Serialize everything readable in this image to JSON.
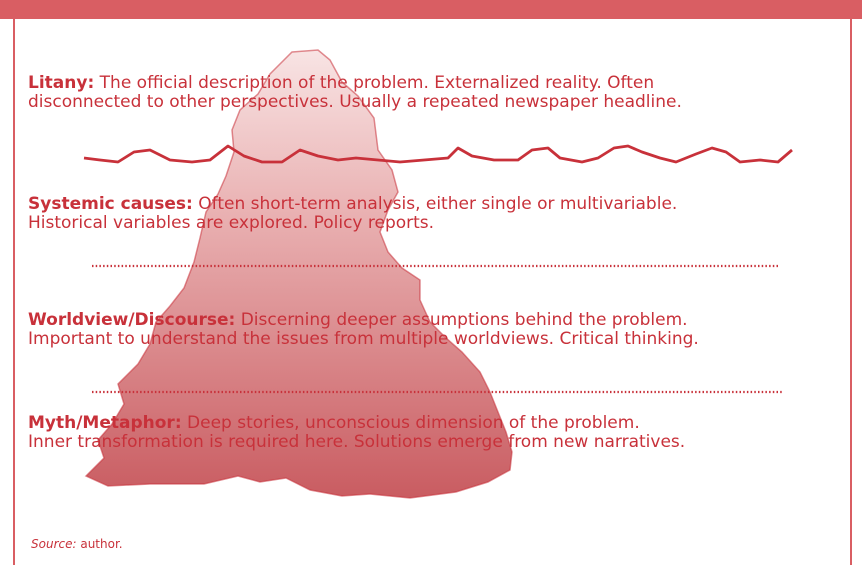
{
  "colors": {
    "accent": "#d95e63",
    "text": "#c8313a",
    "iceberg_fill_top": "#f6dcdc",
    "iceberg_fill_bottom": "#cc6a6e",
    "iceberg_stroke": "#c8313a"
  },
  "levels": [
    {
      "term": "Litany:",
      "line1": " The official description of the problem. Externalized reality. Often",
      "line2": "disconnected to other perspectives. Usually a repeated newspaper headline."
    },
    {
      "term": "Systemic causes:",
      "line1": " Often short-term analysis, either single or multivariable.",
      "line2": "Historical  variables are explored.  Policy reports."
    },
    {
      "term": "Worldview/Discourse:",
      "line1": " Discerning deeper assumptions behind the problem.",
      "line2": "Important to understand the issues from multiple worldviews. Critical thinking."
    },
    {
      "term": "Myth/Metaphor:",
      "line1": " Deep stories, unconscious dimension of the problem.",
      "line2": "Inner transformation is required here. Solutions emerge from new narratives."
    }
  ],
  "source": {
    "label": "Source:",
    "value": " author."
  }
}
